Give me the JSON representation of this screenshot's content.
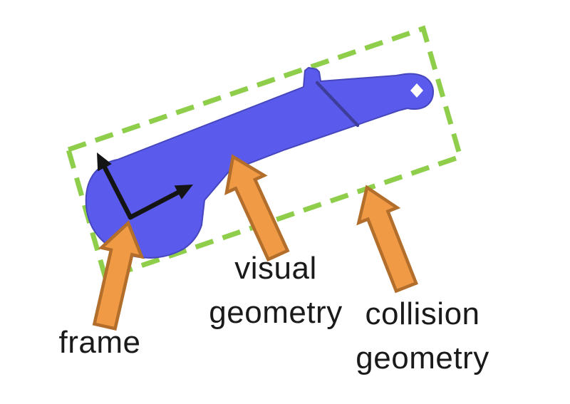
{
  "diagram": {
    "description": "Annotated diagram of a robot link: blue visual geometry mesh, green dashed collision geometry box, black coordinate frame axes, orange callout arrows",
    "labels": {
      "frame": "frame",
      "visual_geometry": {
        "line1": "visual",
        "line2": "geometry"
      },
      "collision_geometry": {
        "line1": "collision",
        "line2": "geometry"
      }
    },
    "colors": {
      "background": "#ffffff",
      "link_fill": "#5a5aec",
      "link_edge": "#4646be",
      "crease": "#3e3e9a",
      "hole": "#ffffff",
      "collision_box": "#8fce4b",
      "arrow_fill": "#f09a45",
      "arrow_border": "#b26e2a",
      "axes": "#141414",
      "text": "#1a1a1a"
    }
  }
}
